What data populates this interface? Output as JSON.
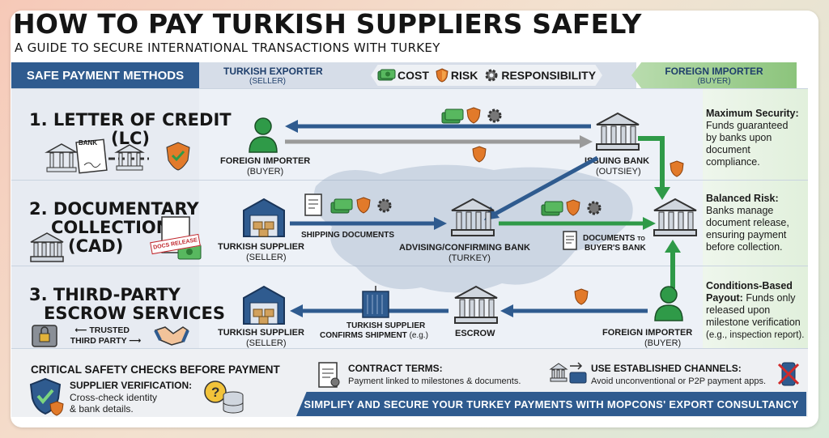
{
  "title": "HOW TO PAY TURKISH SUPPLIERS SAFELY",
  "subtitle": "A GUIDE TO SECURE INTERNATIONAL TRANSACTIONS WITH TURKEY",
  "header": {
    "methods": "SAFE PAYMENT METHODS",
    "exporter": "TURKISH EXPORTER",
    "exporter_sub": "(SELLER)",
    "legend": {
      "cost": "COST",
      "risk": "RISK",
      "responsibility": "RESPONSIBILITY"
    },
    "importer": "FOREIGN IMPORTER",
    "importer_sub": "(BUYER)"
  },
  "colors": {
    "navy": "#2f5b8f",
    "green": "#2f9a48",
    "gray_arrow": "#9a9a9a",
    "shield": "#e27a2a"
  },
  "rows": [
    {
      "title": "1. LETTER OF CREDIT",
      "title2": "(LC)",
      "badge": "BANK",
      "nodes": {
        "importer": "FOREIGN IMPORTER",
        "importer_sub": "(BUYER)",
        "bank": "ISSUING BANK",
        "bank_sub": "(OUTSIEY)"
      },
      "note_bold": "Maximum Security:",
      "note_text": [
        "Funds guaranteed",
        "by banks upon",
        "document",
        "compliance."
      ]
    },
    {
      "title": "2. DOCUMENTARY",
      "title2": "COLLECTION",
      "title3": "(CAD)",
      "stamp": "DOCS RELEASE",
      "nodes": {
        "supplier": "TURKISH SUPPLIER",
        "supplier_sub": "(SELLER)",
        "shipping": "SHIPPING DOCUMENTS",
        "bank": "ADVISING/CONFIRMING BANK",
        "bank_sub": "(TURKEY)",
        "docs": "DOCUMENTS",
        "docs_to": "TO",
        "docs2": "BUYER'S BANK"
      },
      "note_bold": "Balanced Risk:",
      "note_text": [
        "Banks manage",
        "document release,",
        "ensuring payment",
        "before collection."
      ]
    },
    {
      "title": "3. THIRD-PARTY",
      "title2": "ESCROW SERVICES",
      "trusted": [
        "TRUSTED",
        "THIRD PARTY"
      ],
      "nodes": {
        "supplier": "TURKISH SUPPLIER",
        "supplier_sub": "(SELLER)",
        "confirm": "TURKISH SUPPLIER",
        "confirm2": "CONFIRMS SHIPMENT",
        "confirm_eg": "(e.g.)",
        "escrow": "ESCROW",
        "importer": "FOREIGN IMPORTER",
        "importer_sub": "(BUYER)"
      },
      "note_bold": "Conditions-Based",
      "note_bold2": "Payout:",
      "note_text": [
        "Funds only",
        "released upon",
        "milestone verification",
        "(e.g., inspection report)."
      ]
    }
  ],
  "footer": {
    "title": "CRITICAL SAFETY CHECKS BEFORE PAYMENT",
    "supplier_title": "SUPPLIER VERIFICATION:",
    "supplier_text": [
      "Cross-check identity",
      "& bank details."
    ],
    "contract_title": "CONTRACT TERMS:",
    "contract_text": "Payment linked to milestones & documents.",
    "channels_title": "USE ESTABLISHED CHANNELS:",
    "channels_text": "Avoid unconventional or P2P payment apps.",
    "banner": "SIMPLIFY AND SECURE YOUR TURKEY PAYMENTS WITH MOPCONS' EXPORT CONSULTANCY"
  }
}
